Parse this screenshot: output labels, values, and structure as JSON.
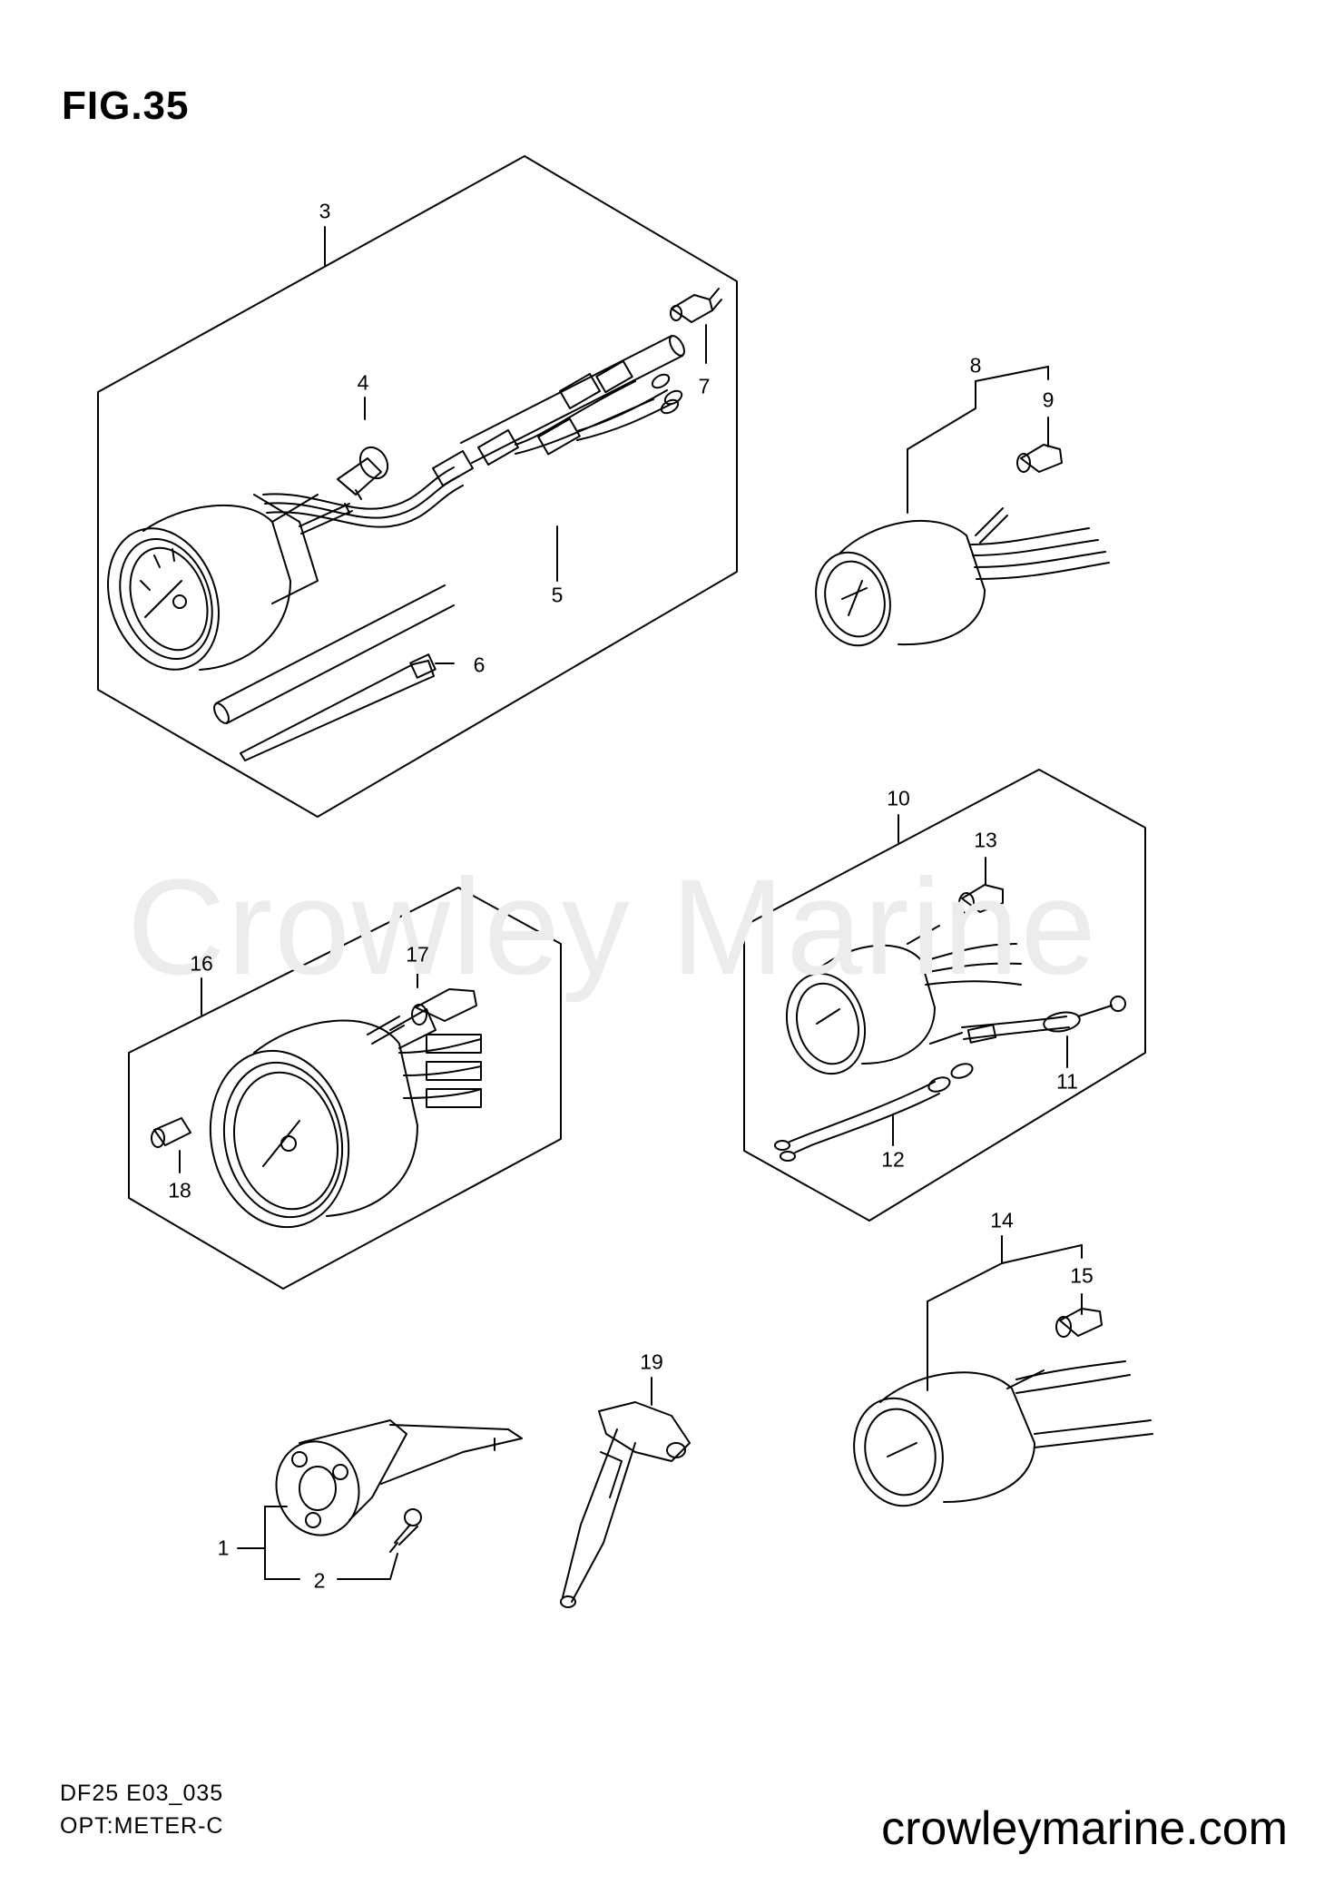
{
  "figure": {
    "title": "FIG.35"
  },
  "watermark": {
    "text": "Crowley Marine"
  },
  "callouts": {
    "c1": "1",
    "c2": "2",
    "c3": "3",
    "c4": "4",
    "c5": "5",
    "c6": "6",
    "c7": "7",
    "c8": "8",
    "c9": "9",
    "c10": "10",
    "c11": "11",
    "c12": "12",
    "c13": "13",
    "c14": "14",
    "c15": "15",
    "c16": "16",
    "c17": "17",
    "c18": "18",
    "c19": "19"
  },
  "footer": {
    "model_code": "DF25  E03_035",
    "section": "OPT:METER-C",
    "website": "crowleymarine.com"
  }
}
